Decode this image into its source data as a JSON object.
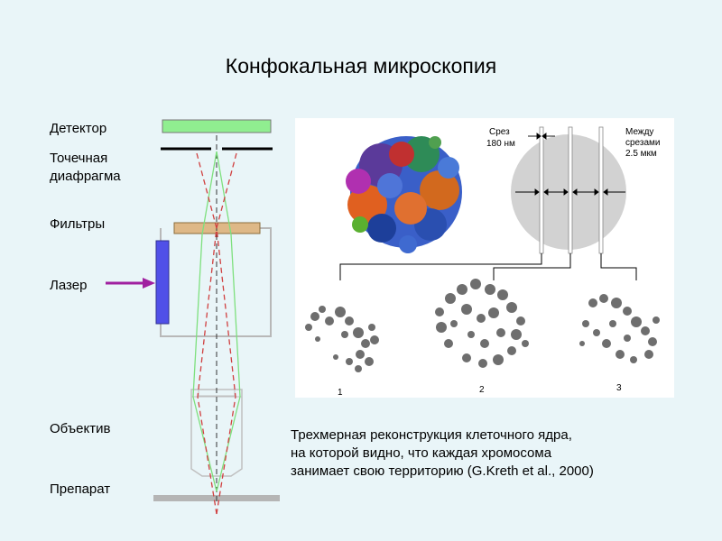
{
  "title": "Конфокальная микроскопия",
  "labels": {
    "detector": "Детектор",
    "pinhole_line1": "Точечная",
    "pinhole_line2": "диафрагма",
    "filters": "Фильтры",
    "laser": "Лазер",
    "objective": "Объектив",
    "specimen": "Препарат"
  },
  "figure": {
    "slice_label_line1": "Срез",
    "slice_label_line2": "180 нм",
    "between_label_line1": "Между",
    "between_label_line2": "срезами",
    "between_label_line3": "2.5 мкм",
    "section_numbers": [
      "1",
      "2",
      "3"
    ]
  },
  "caption": {
    "line1": "Трехмерная реконструкция клеточного ядра,",
    "line2": "на которой видно, что каждая хромосома",
    "line3": "занимает  свою территорию (G.Kreth et al., 2000)"
  },
  "colors": {
    "background": "#e9f5f8",
    "detector": "#90ee90",
    "filter": "#deb887",
    "laser_mirror": "#5050e8",
    "laser_arrow": "#a020a0",
    "green_beam": "#7ee07e",
    "red_beam": "#d04040"
  }
}
